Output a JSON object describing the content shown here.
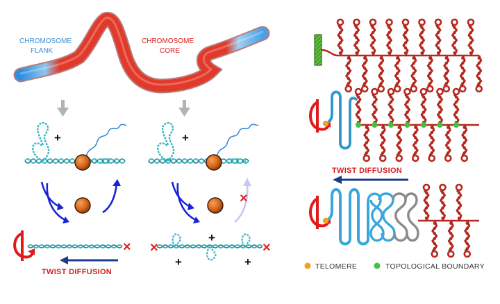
{
  "labels": {
    "flank_line1": "CHROMOSOME",
    "flank_line2": "FLANK",
    "core_line1": "CHROMOSOME",
    "core_line2": "CORE",
    "twist_left": "TWIST  DIFFUSION",
    "twist_right": "TWIST  DIFFUSION",
    "telomere": "TELOMERE",
    "boundary": "TOPOLOGICAL  BOUNDARY"
  },
  "signs": {
    "plus": "+",
    "cross": "×"
  },
  "colors": {
    "chromatin_red": "#b5281f",
    "dna_cyan": "#35b6c4",
    "fiber_blue": "#3aa6dc",
    "arrow_navy": "#1b3c8c",
    "arrow_blue": "#1a24d6",
    "rotation_red": "#e01b1b",
    "text_red": "#d3201f",
    "text_blue": "#3f8fd6",
    "telomere_orange": "#f4a020",
    "boundary_green": "#44c041",
    "protein_orange": "#d7661a",
    "anchor_green": "#3f9e32",
    "supercoil_gray": "#8a8a8a"
  }
}
